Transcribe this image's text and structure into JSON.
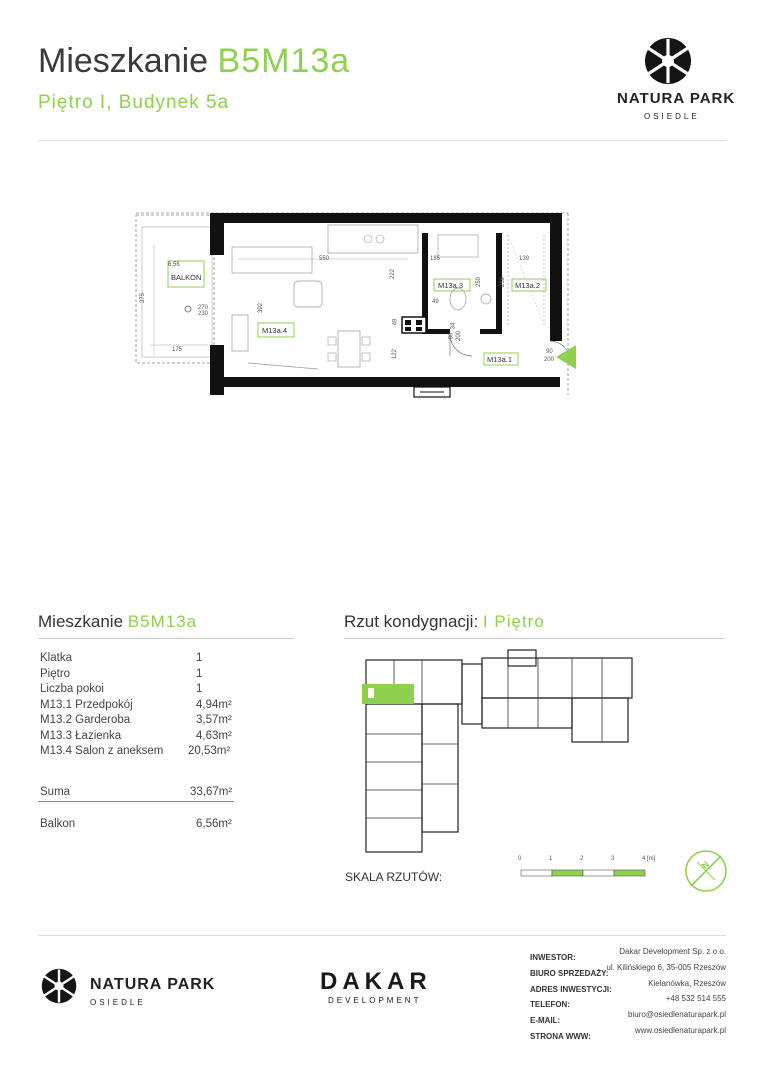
{
  "header": {
    "title_prefix": "Mieszkanie",
    "title_code": "B5M13a",
    "subtitle": "Piętro I, Budynek 5a"
  },
  "brand": {
    "name": "NATURA PARK",
    "sub": "OSIEDLE"
  },
  "plan": {
    "dims": {
      "d550": "550",
      "d185": "185",
      "d139": "139",
      "d375": "375",
      "d175": "175",
      "d392": "392",
      "d222": "222",
      "d259a": "259",
      "d259b": "259",
      "d49a": "49",
      "d49b": "49",
      "d122": "122",
      "d34": "34",
      "door_a": "80",
      "door_b": "200",
      "door_c": "90",
      "door_d": "200",
      "window_a": "270",
      "window_b": "230"
    },
    "balcony_area": "6,56",
    "balcony_label": "BALKON",
    "rooms": {
      "r1": "M13a.1",
      "r2": "M13a.2",
      "r3": "M13a.3",
      "r4": "M13a.4"
    }
  },
  "details": {
    "title_prefix": "Mieszkanie",
    "title_code": "B5M13a",
    "rows": [
      {
        "label": "Klatka",
        "value": "1"
      },
      {
        "label": "Piętro",
        "value": "1"
      },
      {
        "label": "Liczba pokoi",
        "value": "1"
      },
      {
        "label": "M13.1 Przedpokój",
        "value": "4,94m²"
      },
      {
        "label": "M13.2 Garderoba",
        "value": "3,57m²"
      },
      {
        "label": "M13.3 Łazienka",
        "value": "4,63m²"
      },
      {
        "label": "M13.4 Salon z aneksem",
        "value": "20,53m²"
      }
    ],
    "sum": {
      "label": "Suma",
      "value": "33,67m²"
    },
    "balcony": {
      "label": "Balkon",
      "value": "6,56m²"
    }
  },
  "floor": {
    "title_prefix": "Rzut kondygnacji:",
    "title_value": "I Piętro",
    "scale_label": "SKALA RZUTÓW:",
    "scale_ticks": [
      "0",
      "1",
      "2",
      "3",
      "4 [m]"
    ],
    "compass_label": "N"
  },
  "footer": {
    "dakar_name": "DAKAR",
    "dakar_sub": "DEVELOPMENT",
    "info": [
      {
        "label": "INWESTOR:",
        "value": "Dakar Development Sp. z o.o."
      },
      {
        "label": "BIURO SPRZEDAŻY:",
        "value": "ul. Kilińskiego 6, 35-005 Rzeszów"
      },
      {
        "label": "ADRES INWESTYCJI:",
        "value": "Kielanówka, Rzeszów"
      },
      {
        "label": "TELEFON:",
        "value": "+48 532 514 555"
      },
      {
        "label": "E-MAIL:",
        "value": "biuro@osiedlenaturapark.pl"
      },
      {
        "label": "STRONA WWW:",
        "value": "www.osiedlenaturapark.pl"
      }
    ]
  },
  "colors": {
    "accent": "#8fd14f",
    "wall": "#111111",
    "text": "#333333"
  }
}
